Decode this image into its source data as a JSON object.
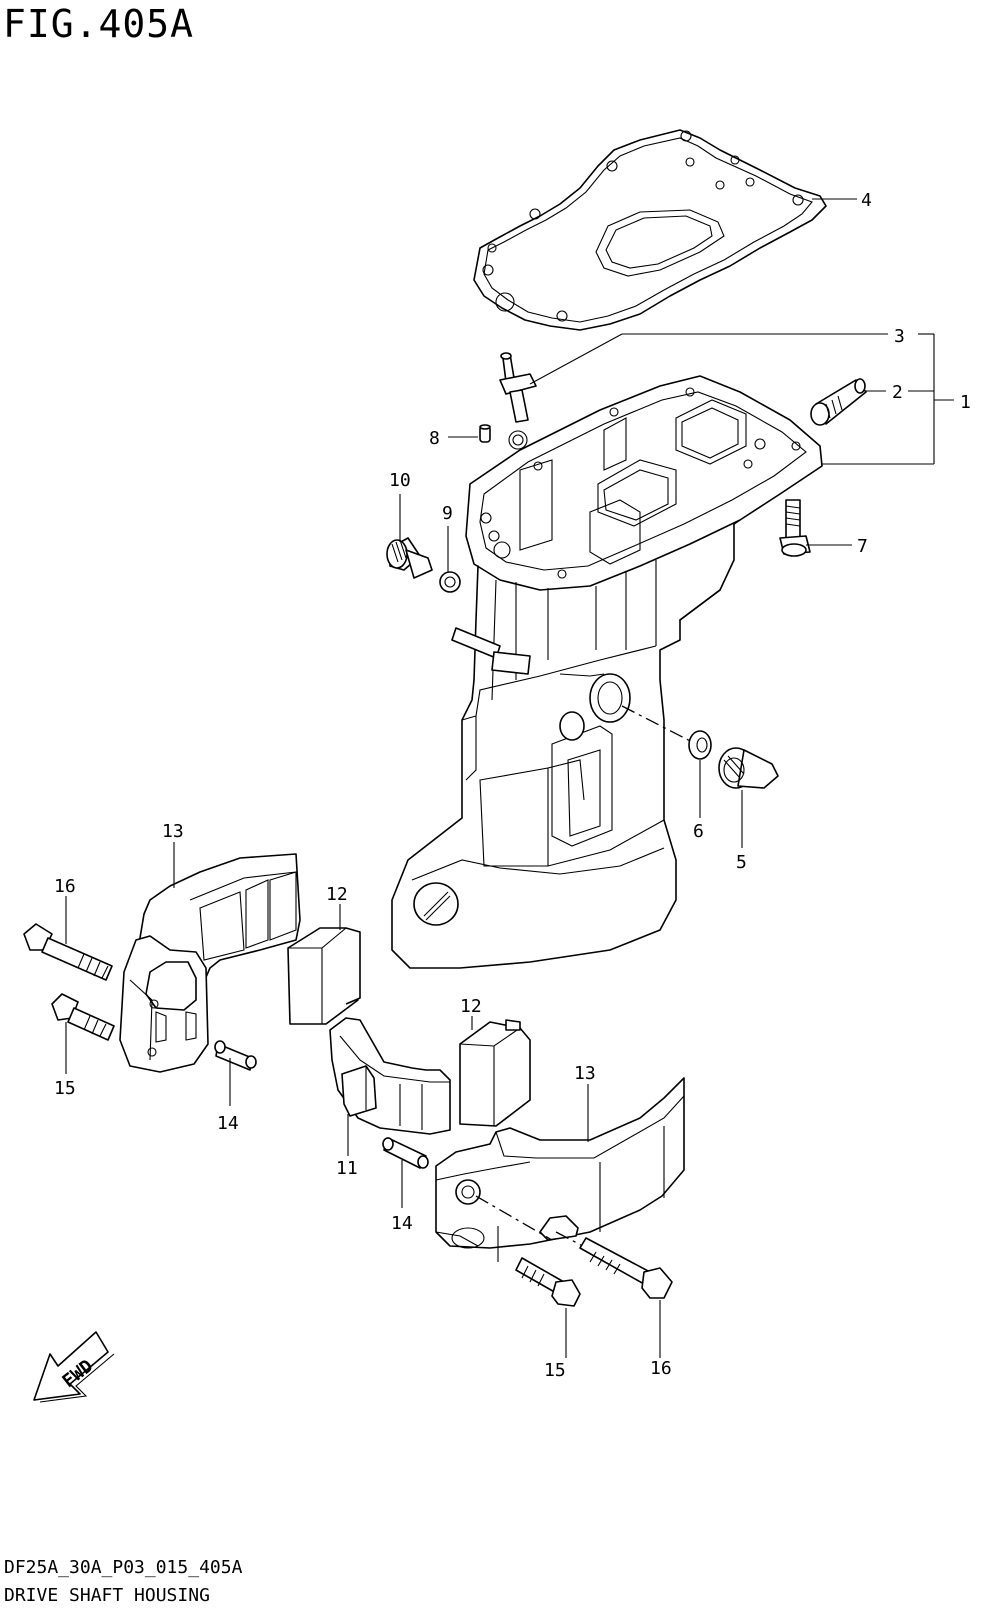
{
  "figure": {
    "title": "FIG.405A",
    "code": "DF25A_30A_P03_015_405A",
    "name": "DRIVE SHAFT HOUSING"
  },
  "fwd_arrow": {
    "label": "FWD"
  },
  "callouts": [
    {
      "id": "c1",
      "label": "1"
    },
    {
      "id": "c2",
      "label": "2"
    },
    {
      "id": "c3",
      "label": "3"
    },
    {
      "id": "c4",
      "label": "4"
    },
    {
      "id": "c5",
      "label": "5"
    },
    {
      "id": "c6",
      "label": "6"
    },
    {
      "id": "c7",
      "label": "7"
    },
    {
      "id": "c8",
      "label": "8"
    },
    {
      "id": "c9",
      "label": "9"
    },
    {
      "id": "c10",
      "label": "10"
    },
    {
      "id": "c11",
      "label": "11"
    },
    {
      "id": "c12a",
      "label": "12"
    },
    {
      "id": "c12b",
      "label": "12"
    },
    {
      "id": "c13a",
      "label": "13"
    },
    {
      "id": "c13b",
      "label": "13"
    },
    {
      "id": "c14a",
      "label": "14"
    },
    {
      "id": "c14b",
      "label": "14"
    },
    {
      "id": "c15a",
      "label": "15"
    },
    {
      "id": "c15b",
      "label": "15"
    },
    {
      "id": "c16a",
      "label": "16"
    },
    {
      "id": "c16b",
      "label": "16"
    }
  ]
}
